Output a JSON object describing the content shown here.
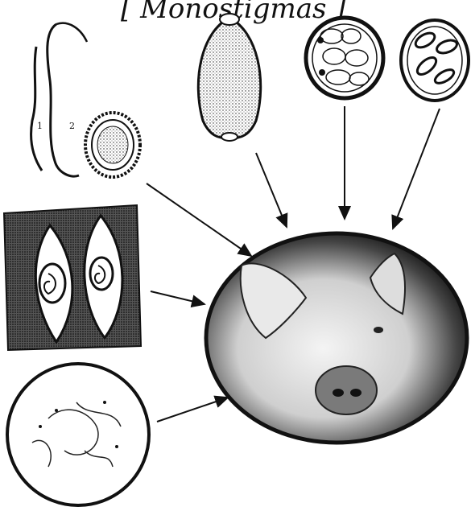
{
  "title": "[ Monostigmas ]",
  "specimen_numbers": [
    "1",
    "2"
  ],
  "colors": {
    "ink": "#111111",
    "paper": "#ffffff"
  },
  "specimens": [
    {
      "id": "adult-worms",
      "icon": "adult-worms-icon"
    },
    {
      "id": "round-egg",
      "icon": "round-egg-icon"
    },
    {
      "id": "oval-egg",
      "icon": "oval-egg-icon"
    },
    {
      "id": "egg-with-cells",
      "icon": "egg-with-cells-icon"
    },
    {
      "id": "egg-with-larvae",
      "icon": "egg-with-larvae-icon"
    },
    {
      "id": "encysted-larvae-in-muscle",
      "icon": "muscle-larvae-icon"
    },
    {
      "id": "microscope-view",
      "icon": "microscope-icon"
    }
  ],
  "host": {
    "icon": "pig-icon"
  }
}
